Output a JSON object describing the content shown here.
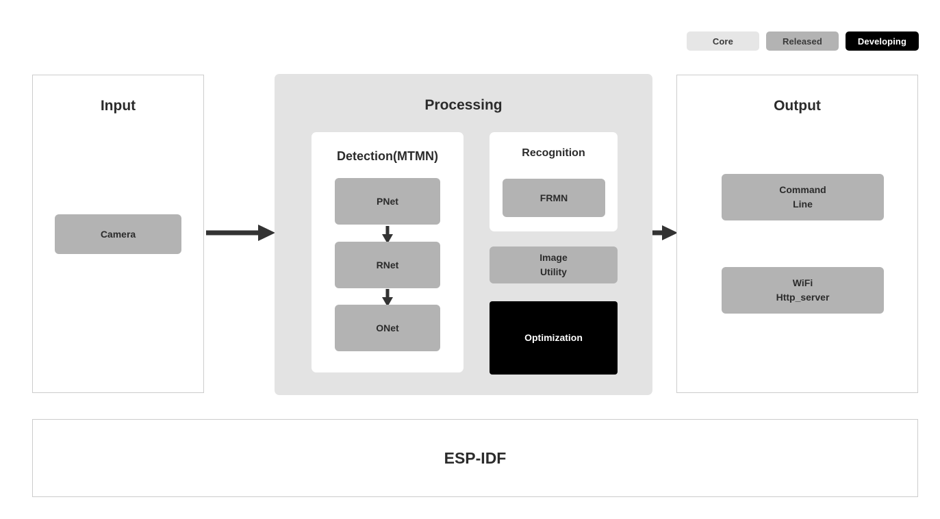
{
  "legend": {
    "items": [
      {
        "label": "Core",
        "color": "#e6e6e6",
        "text_color": "#3a3a3a"
      },
      {
        "label": "Released",
        "color": "#b3b3b3",
        "text_color": "#3a3a3a"
      },
      {
        "label": "Developing",
        "color": "#000000",
        "text_color": "#ffffff"
      }
    ]
  },
  "panels": {
    "input": {
      "title": "Input",
      "nodes": [
        {
          "label": "Camera",
          "status": "Released"
        }
      ]
    },
    "processing": {
      "title": "Processing",
      "detection": {
        "title": "Detection(MTMN)",
        "nodes": [
          {
            "label": "PNet",
            "status": "Released"
          },
          {
            "label": "RNet",
            "status": "Released"
          },
          {
            "label": "ONet",
            "status": "Released"
          }
        ]
      },
      "recognition": {
        "title": "Recognition",
        "nodes": [
          {
            "label": "FRMN",
            "status": "Released"
          }
        ]
      },
      "extras": [
        {
          "label": "Image\nUtility",
          "status": "Released"
        },
        {
          "label": "Optimization",
          "status": "Developing"
        }
      ]
    },
    "output": {
      "title": "Output",
      "nodes": [
        {
          "label": "Command\nLine",
          "status": "Released"
        },
        {
          "label": "WiFi\nHttp_server",
          "status": "Released"
        }
      ]
    }
  },
  "footer": {
    "label": "ESP-IDF"
  },
  "arrows": {
    "input_to_processing": "arrow-right",
    "processing_to_output": "arrow-right",
    "pnet_to_rnet": "arrow-down",
    "rnet_to_onet": "arrow-down"
  }
}
